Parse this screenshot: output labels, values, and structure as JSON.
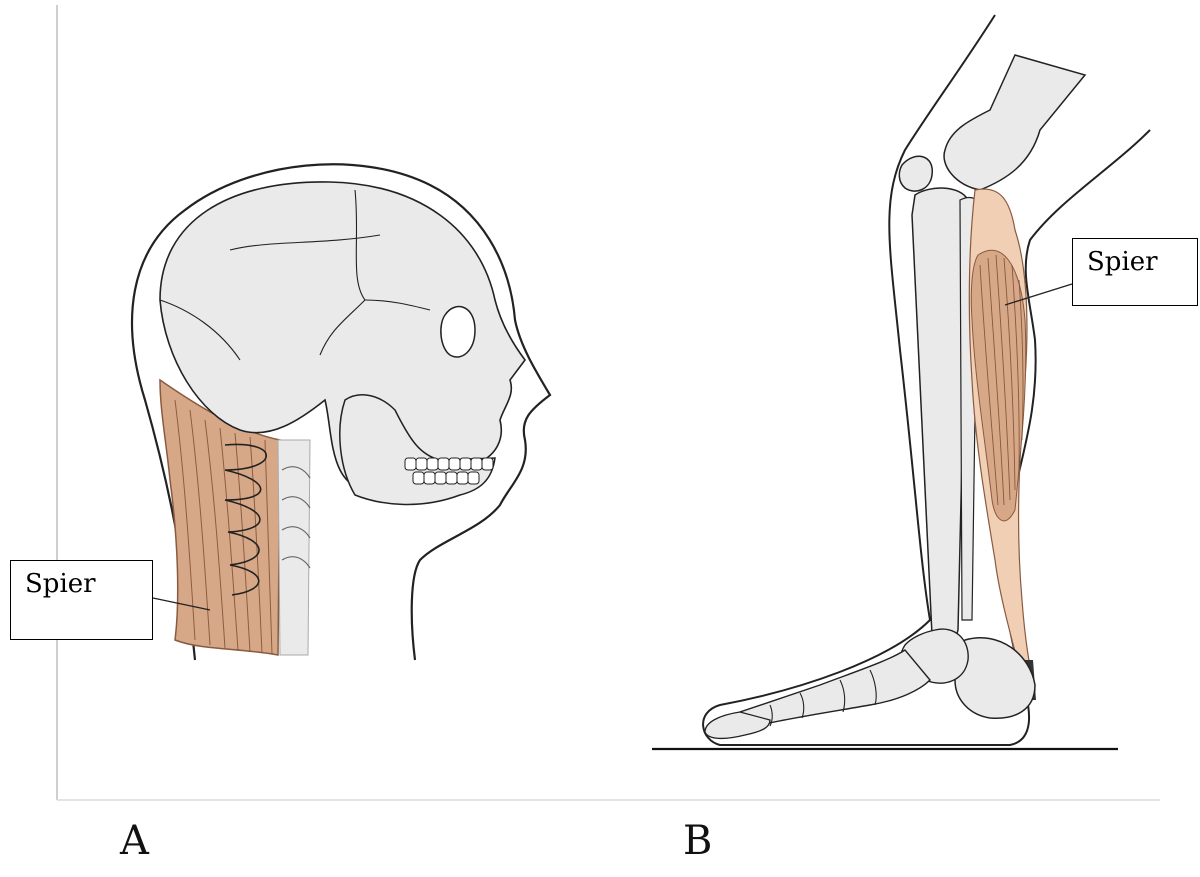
{
  "panel_a": {
    "label": "A",
    "callout": "Spier"
  },
  "panel_b": {
    "label": "B",
    "callout": "Spier"
  },
  "colors": {
    "bone": "#eaeaea",
    "muscle": "#d7a887",
    "muscle_light": "#f0cfb4",
    "outline": "#222222",
    "frame": "#cccccc"
  }
}
